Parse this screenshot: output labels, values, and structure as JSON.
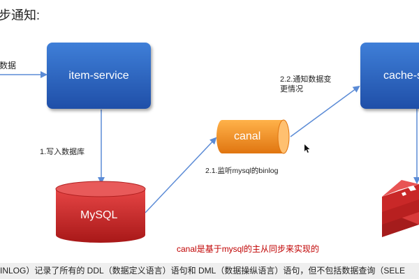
{
  "slide": {
    "title": "步通知:",
    "left_label": "数据",
    "note": "canal是基于mysql的主从同步来实现的",
    "footer": "INLOG）记录了所有的 DDL（数据定义语言）语句和 DML（数据操纵语言）语句，但不包括数据查询（SELE"
  },
  "nodes": {
    "item_service": "item-service",
    "cache_service": "cache-s",
    "canal": "canal",
    "mysql": "MySQL"
  },
  "edges": {
    "write_db": "1.写入数据库",
    "listen_binlog": "2.1.监听mysql的binlog",
    "notify_line1": "2.2.通知数据变",
    "notify_line2": "更情况"
  },
  "colors": {
    "service_box": "#2f63c0",
    "canal": "#f08a1c",
    "mysql": "#c62828",
    "redis": "#d32f2f",
    "arrow": "#5b8bd6",
    "note": "#c00000"
  }
}
